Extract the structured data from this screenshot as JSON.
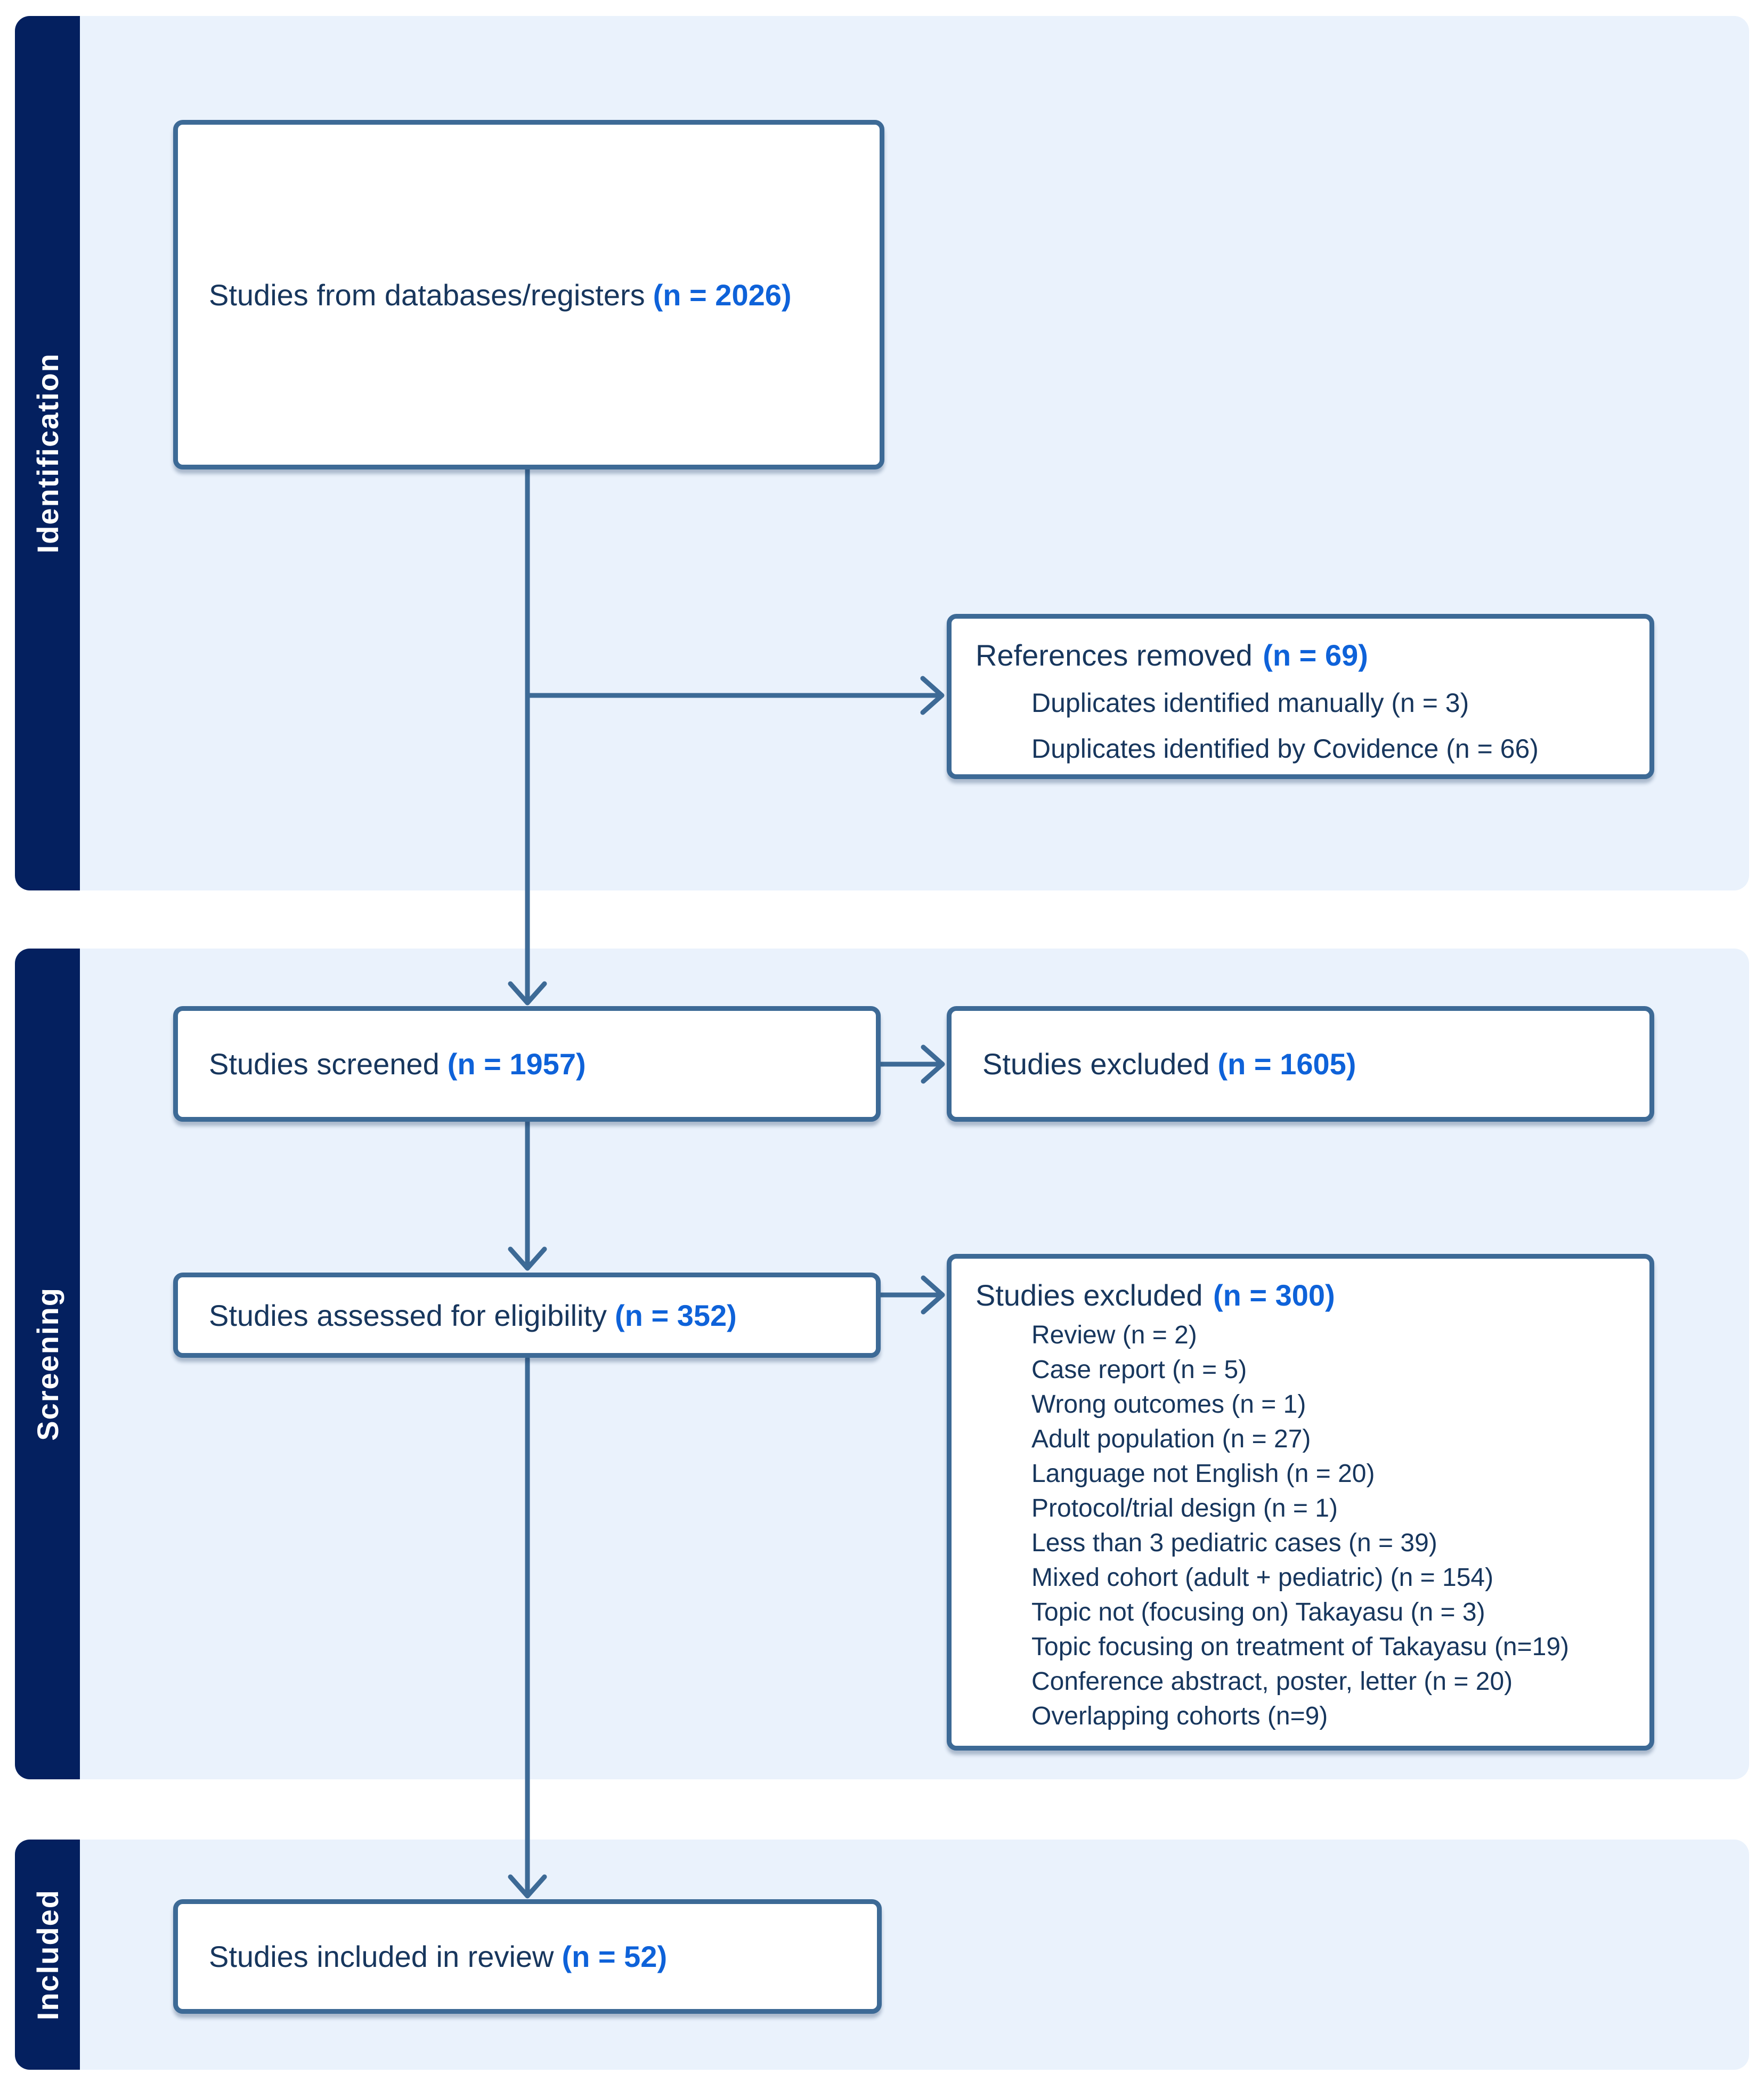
{
  "palette": {
    "navy_tab": "#04205f",
    "section_bg": "#eaf2fc",
    "box_border": "#3d6a96",
    "box_bg": "#ffffff",
    "text_dark": "#17365d",
    "text_blue": "#0e62d9"
  },
  "sections": [
    {
      "label": "Identification"
    },
    {
      "label": "Screening"
    },
    {
      "label": "Included"
    }
  ],
  "boxes": {
    "databases": {
      "text": "Studies from databases/registers",
      "count": "(n = 2026)"
    },
    "references_removed": {
      "title": "References removed",
      "count": "(n = 69)",
      "items": [
        "Duplicates identified manually (n = 3)",
        "Duplicates identified by Covidence (n = 66)"
      ]
    },
    "screened": {
      "text": "Studies screened",
      "count": "(n = 1957)"
    },
    "excluded_screening": {
      "text": "Studies excluded",
      "count": "(n = 1605)"
    },
    "assessed": {
      "text": "Studies assessed for eligibility",
      "count": "(n = 352)"
    },
    "excluded_eligibility": {
      "title": "Studies excluded",
      "count": "(n = 300)",
      "items": [
        "Review (n = 2)",
        "Case report (n = 5)",
        "Wrong outcomes (n = 1)",
        "Adult population (n = 27)",
        "Language not English (n = 20)",
        "Protocol/trial design (n = 1)",
        "Less than 3 pediatric cases (n = 39)",
        "Mixed cohort (adult + pediatric) (n = 154)",
        "Topic not (focusing on) Takayasu (n = 3)",
        "Topic focusing on treatment of Takayasu (n=19)",
        "Conference abstract, poster, letter (n = 20)",
        "Overlapping cohorts (n=9)"
      ]
    },
    "included": {
      "text": "Studies included in review",
      "count": "(n = 52)"
    }
  }
}
